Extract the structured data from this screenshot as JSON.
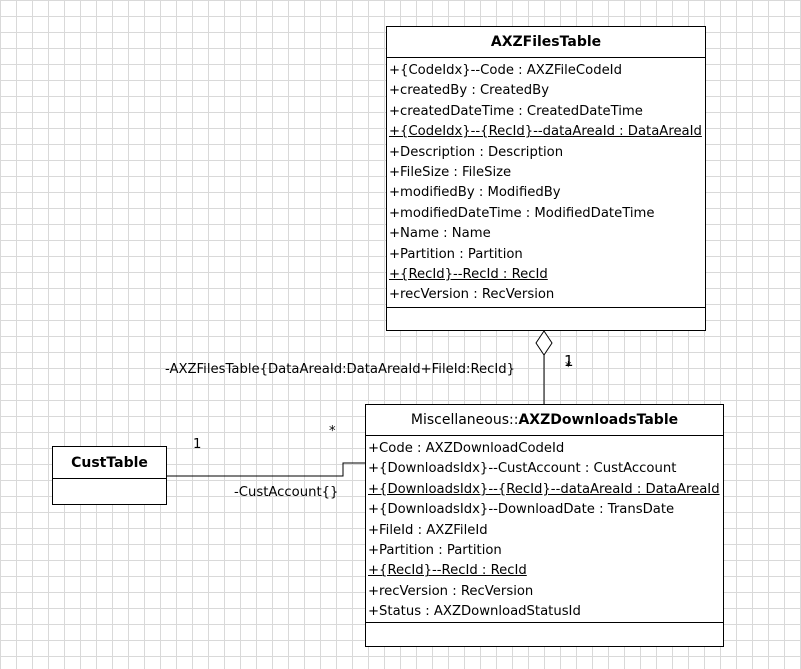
{
  "classes": {
    "files": {
      "name": "AXZFilesTable",
      "attributes": [
        {
          "text": "+{CodeIdx}--Code : AXZFileCodeId",
          "underline": false
        },
        {
          "text": "+createdBy : CreatedBy",
          "underline": false
        },
        {
          "text": "+createdDateTime : CreatedDateTime",
          "underline": false
        },
        {
          "text": "+{CodeIdx}--{RecId}--dataAreaId : DataAreaId",
          "underline": true
        },
        {
          "text": "+Description : Description",
          "underline": false
        },
        {
          "text": "+FileSize : FileSize",
          "underline": false
        },
        {
          "text": "+modifiedBy : ModifiedBy",
          "underline": false
        },
        {
          "text": "+modifiedDateTime : ModifiedDateTime",
          "underline": false
        },
        {
          "text": "+Name : Name",
          "underline": false
        },
        {
          "text": "+Partition : Partition",
          "underline": false
        },
        {
          "text": "+{RecId}--RecId : RecId",
          "underline": true
        },
        {
          "text": "+recVersion : RecVersion",
          "underline": false
        }
      ]
    },
    "downloads": {
      "stereotype": "Miscellaneous::",
      "name": "AXZDownloadsTable",
      "attributes": [
        {
          "text": "+Code : AXZDownloadCodeId",
          "underline": false
        },
        {
          "text": "+{DownloadsIdx}--CustAccount : CustAccount",
          "underline": false
        },
        {
          "text": "+{DownloadsIdx}--{RecId}--dataAreaId : DataAreaId",
          "underline": true
        },
        {
          "text": "+{DownloadsIdx}--DownloadDate : TransDate",
          "underline": false
        },
        {
          "text": "+FileId : AXZFileId",
          "underline": false
        },
        {
          "text": "+Partition : Partition",
          "underline": false
        },
        {
          "text": "+{RecId}--RecId : RecId",
          "underline": true
        },
        {
          "text": "+recVersion : RecVersion",
          "underline": false
        },
        {
          "text": "+Status : AXZDownloadStatusId",
          "underline": false
        }
      ]
    },
    "cust": {
      "name": "CustTable",
      "attributes": []
    }
  },
  "associations": {
    "files_downloads": {
      "label": "-AXZFilesTable{DataAreaId:DataAreaId+FileId:RecId}",
      "mult_files": "1",
      "mult_downloads": "*"
    },
    "cust_downloads": {
      "label": "-CustAccount{}",
      "mult_cust": "1",
      "mult_downloads": "*"
    }
  }
}
